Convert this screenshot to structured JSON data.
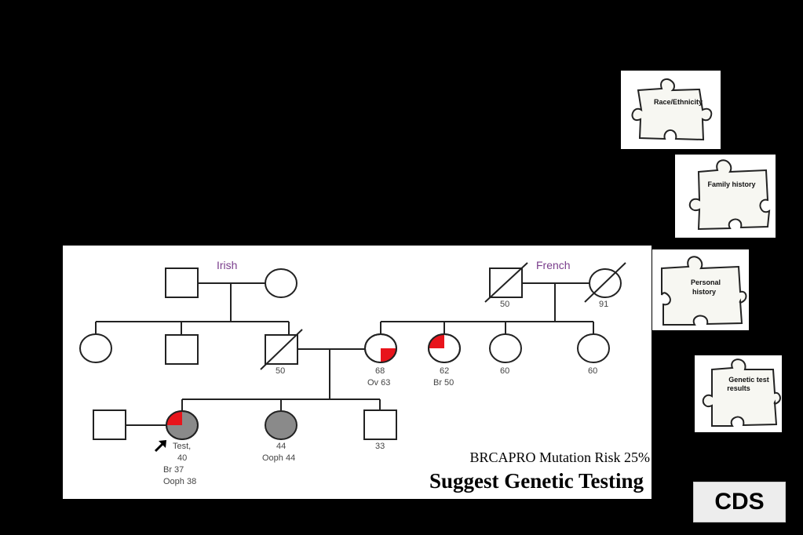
{
  "pedigree": {
    "ethnicity_left": "Irish",
    "ethnicity_right": "French",
    "labels": {
      "french_father_age": "50",
      "french_mother_age": "91",
      "deceased_son_age": "50",
      "mother_age": "68",
      "mother_dx": "Ov 63",
      "aunt1_age": "62",
      "aunt1_dx": "Br 50",
      "aunt2_age": "60",
      "aunt3_age": "60",
      "proband_line1": "Test,",
      "proband_line2": "40",
      "proband_line3": "Br 37",
      "proband_line4": "Ooph 38",
      "sister_age": "44",
      "sister_dx": "Ooph 44",
      "brother_age": "33"
    },
    "risk_text": "BRCAPRO  Mutation Risk 25%",
    "recommendation": "Suggest Genetic Testing"
  },
  "puzzles": [
    {
      "lines": [
        "Race/Ethnicity"
      ]
    },
    {
      "lines": [
        "Family history"
      ]
    },
    {
      "lines": [
        "Personal",
        "history"
      ]
    },
    {
      "lines": [
        "Genetic test",
        "results"
      ]
    }
  ],
  "cds_label": "CDS",
  "colors": {
    "affected_fill": "#e8141b",
    "carrier_grey": "#8a8a8a",
    "ethnicity_text": "#7a3d8c"
  }
}
